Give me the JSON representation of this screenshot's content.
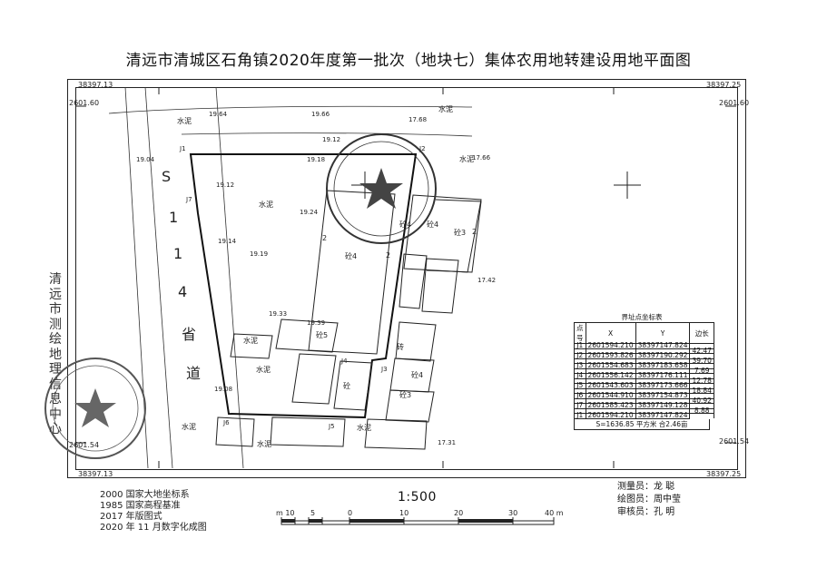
{
  "title": "清远市清城区石角镇2020年度第一批次（地块七）集体农用地转建设用地平面图",
  "frame_coords": {
    "top_left_x": "38397.13",
    "top_right_x": "38397.25",
    "bottom_left_x": "38397.13",
    "bottom_right_x": "38397.25",
    "left_top_y": "2601.60",
    "right_top_y": "2601.60",
    "left_bottom_y": "2601.54",
    "right_bottom_y": "2601.54"
  },
  "stamp_side_text": "清远市测绘地理信息中心",
  "road_label": [
    "S",
    "1",
    "1",
    "4",
    "省",
    "道"
  ],
  "map_labels": {
    "shuini_1": "水泥",
    "shuini_2": "水泥",
    "shuini_3": "水泥",
    "shuini_4": "水泥",
    "shuini_5": "水泥",
    "shuini_6": "水泥",
    "shuini_7": "水泥",
    "shuini_8": "水泥",
    "shuini_9": "水泥",
    "tong": "砼",
    "tong4_a": "砼4",
    "tong4_b": "砼4",
    "tong4_c": "砼4",
    "tong4_d": "砼4",
    "tong3_a": "砼3",
    "tong3_b": "砼3",
    "tong5": "砼5",
    "zhuan": "砖",
    "num2_a": "2",
    "num2_b": "2",
    "num2_c": "2"
  },
  "elevations": [
    "19.04",
    "19.64",
    "19.66",
    "17.68",
    "19.12",
    "19.18",
    "17.66",
    "19.12",
    "19.24",
    "19.14",
    "19.19",
    "19.33",
    "19.39",
    "17.42",
    "19.08",
    "17.31"
  ],
  "points": [
    "J1",
    "J2",
    "J3",
    "J4",
    "J5",
    "J6",
    "J7"
  ],
  "coord_table": {
    "title": "界址点坐标表",
    "headers": [
      "点号",
      "X",
      "Y",
      "边长"
    ],
    "rows": [
      [
        "J1",
        "2601594.210",
        "38397147.824",
        ""
      ],
      [
        "",
        "",
        "",
        "42.47"
      ],
      [
        "J2",
        "2601593.826",
        "38397190.292",
        ""
      ],
      [
        "",
        "",
        "",
        "39.70"
      ],
      [
        "J3",
        "2601554.683",
        "38397183.658",
        ""
      ],
      [
        "",
        "",
        "",
        "7.69"
      ],
      [
        "J4",
        "2601556.142",
        "38397176.111",
        ""
      ],
      [
        "",
        "",
        "",
        "12.78"
      ],
      [
        "J5",
        "2601543.603",
        "38397173.666",
        ""
      ],
      [
        "",
        "",
        "",
        "18.84"
      ],
      [
        "J6",
        "2601544.910",
        "38397154.873",
        ""
      ],
      [
        "",
        "",
        "",
        "40.92"
      ],
      [
        "J7",
        "2601585.423",
        "38397149.128",
        ""
      ],
      [
        "",
        "",
        "",
        "8.88"
      ],
      [
        "J1",
        "2601594.210",
        "38397147.824",
        ""
      ]
    ],
    "footer": "S=1636.85 平方米 合2.46亩"
  },
  "legend": [
    "2000 国家大地坐标系",
    "1985 国家高程基准",
    "2017 年版图式",
    "2020 年 11 月数字化成图"
  ],
  "scale": {
    "ratio": "1:500",
    "ticks": [
      "m 10",
      "5",
      "0",
      "10",
      "20",
      "30",
      "40 m"
    ]
  },
  "signatures": [
    {
      "role": "测量员：",
      "name": "龙  聪"
    },
    {
      "role": "绘图员：",
      "name": "周中莹"
    },
    {
      "role": "审核员：",
      "name": "孔  明"
    }
  ]
}
